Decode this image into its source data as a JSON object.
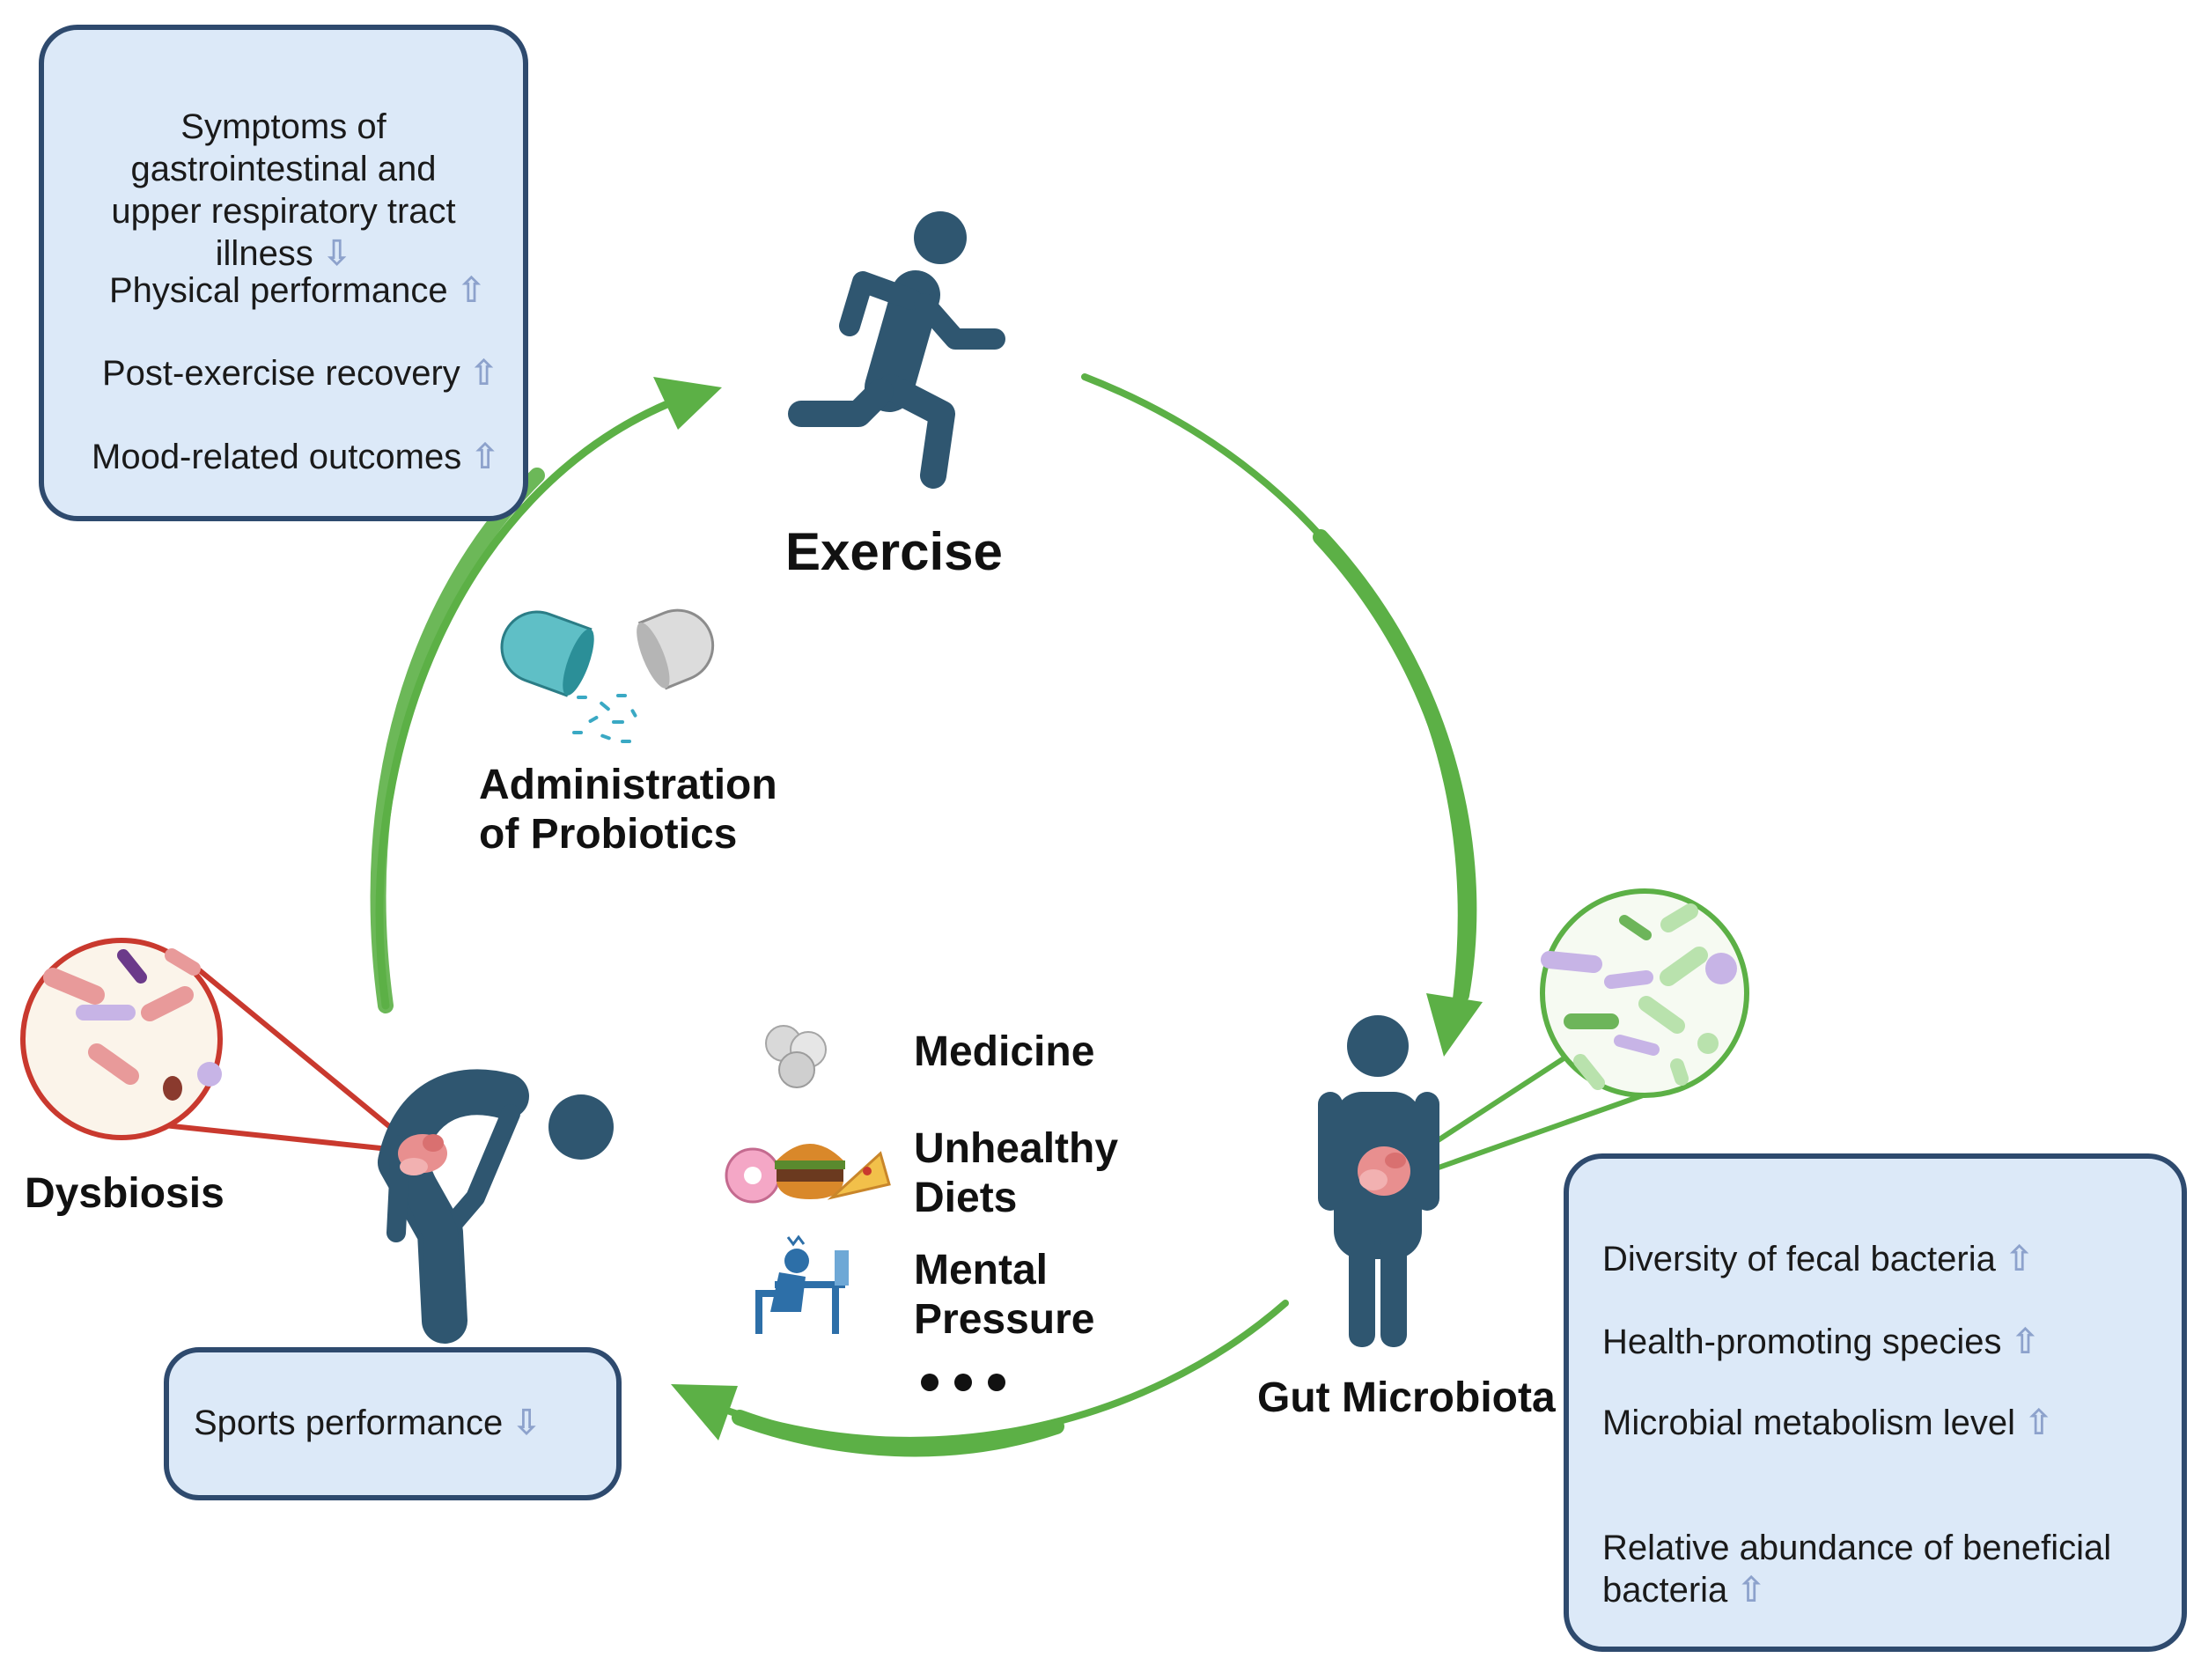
{
  "top_left_box": {
    "items": [
      {
        "text": "Symptoms of\ngastrointestinal and\nupper respiratory tract\nillness",
        "arrow": "⇩",
        "direction": "down"
      },
      {
        "text": "Physical performance",
        "arrow": "⇧",
        "direction": "up"
      },
      {
        "text": "Post-exercise recovery",
        "arrow": "⇧",
        "direction": "up"
      },
      {
        "text": "Mood-related outcomes",
        "arrow": "⇧",
        "direction": "up"
      }
    ]
  },
  "exercise": {
    "label": "Exercise",
    "icon": "running-person-icon"
  },
  "probiotics": {
    "label_line1": "Administration",
    "label_line2": "of Probiotics",
    "icon": "probiotic-capsule-icon"
  },
  "dysbiosis": {
    "label": "Dysbiosis",
    "icon": "bent-over-person-icon"
  },
  "gut": {
    "label": "Gut Microbiota",
    "icon": "standing-person-icon"
  },
  "factors": [
    {
      "label_line1": "Medicine",
      "label_line2": "",
      "icon": "pills-icon"
    },
    {
      "label_line1": "Unhealthy",
      "label_line2": "Diets",
      "icon": "junk-food-icon"
    },
    {
      "label_line1": "Mental",
      "label_line2": "Pressure",
      "icon": "stressed-worker-icon"
    }
  ],
  "ellipsis": "•••",
  "sports_box": {
    "text": "Sports performance",
    "arrow": "⇩",
    "direction": "down"
  },
  "bottom_right_box": {
    "items": [
      {
        "text": "Diversity of fecal bacteria",
        "arrow": "⇧",
        "direction": "up"
      },
      {
        "text": "Health-promoting species",
        "arrow": "⇧",
        "direction": "up"
      },
      {
        "text": "Microbial metabolism level",
        "arrow": "⇧",
        "direction": "up"
      },
      {
        "text": "Relative abundance of beneficial\nbacteria",
        "arrow": "⇧",
        "direction": "up"
      }
    ]
  },
  "colors": {
    "box_fill": "#dce9f8",
    "box_border": "#2e4a6e",
    "figure": "#2f5670",
    "cycle_arrow": "#5cb046",
    "dysbiosis_zoom": "#c9392e",
    "gut_zoom": "#5cb046",
    "trend_arrow": "#8da2cc"
  }
}
